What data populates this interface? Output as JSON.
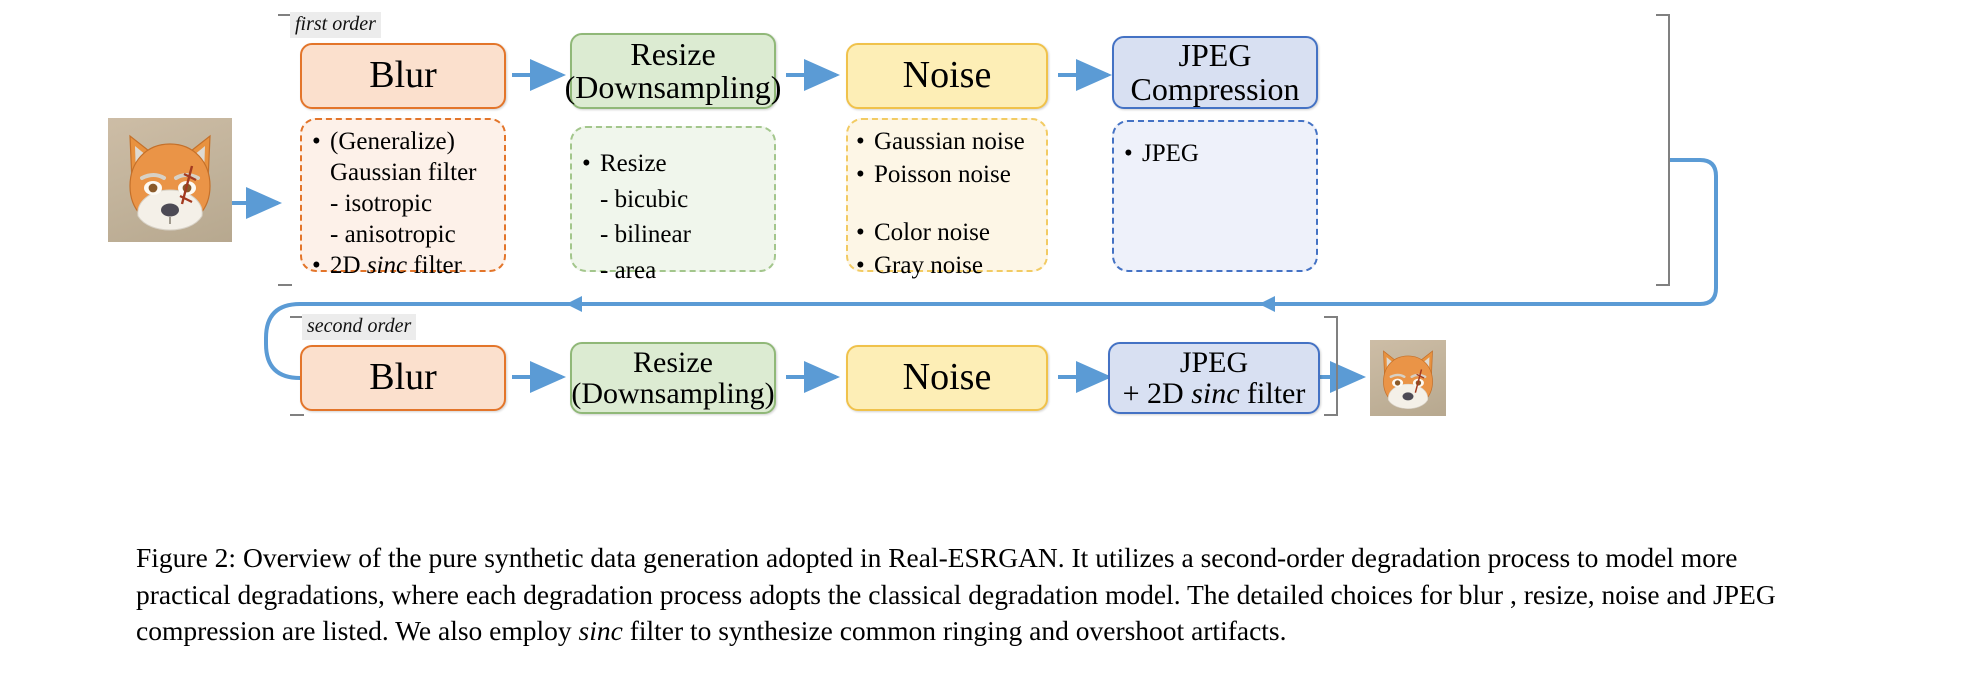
{
  "figure": {
    "input_image_alt": "fox character thumbnail (input)",
    "output_image_alt": "degraded fox character thumbnail (output)"
  },
  "groups": {
    "first": {
      "label": "first order"
    },
    "second": {
      "label": "second order"
    }
  },
  "first_order": {
    "stages": [
      {
        "id": "blur",
        "title_line1": "Blur",
        "title_line2": "",
        "color": "#e3752a",
        "fill": "#fbe0cd",
        "details": [
          {
            "marker": "bullet",
            "text": "(Generalize)"
          },
          {
            "marker": "none",
            "text": "Gaussian filter"
          },
          {
            "marker": "dash",
            "text": "isotropic"
          },
          {
            "marker": "dash",
            "text": "anisotropic"
          },
          {
            "marker": "bullet",
            "text": "2D sinc filter",
            "italic_word": "sinc"
          }
        ]
      },
      {
        "id": "resize",
        "title_line1": "Resize",
        "title_line2": "(Downsampling)",
        "color": "#90b878",
        "fill": "#dcebd2",
        "details": [
          {
            "marker": "bullet",
            "text": "Resize"
          },
          {
            "marker": "dash",
            "text": "bicubic"
          },
          {
            "marker": "dash",
            "text": "bilinear"
          },
          {
            "marker": "dash",
            "text": "area"
          }
        ]
      },
      {
        "id": "noise",
        "title_line1": "Noise",
        "title_line2": "",
        "color": "#f0c24b",
        "fill": "#fdeeb6",
        "details": [
          {
            "marker": "bullet",
            "text": "Gaussian noise"
          },
          {
            "marker": "bullet",
            "text": "Poisson noise"
          },
          {
            "marker": "spacer",
            "text": ""
          },
          {
            "marker": "bullet",
            "text": "Color noise"
          },
          {
            "marker": "bullet",
            "text": "Gray noise"
          }
        ]
      },
      {
        "id": "jpeg",
        "title_line1": "JPEG",
        "title_line2": "Compression",
        "color": "#4472c4",
        "fill": "#d8e0f2",
        "details": [
          {
            "marker": "bullet",
            "text": "JPEG"
          }
        ]
      }
    ]
  },
  "second_order": {
    "stages": [
      {
        "id": "blur2",
        "title_line1": "Blur",
        "title_line2": ""
      },
      {
        "id": "resize2",
        "title_line1": "Resize",
        "title_line2": "(Downsampling)"
      },
      {
        "id": "noise2",
        "title_line1": "Noise",
        "title_line2": ""
      },
      {
        "id": "jpeg2",
        "title_line1": "JPEG",
        "title_line2": "+ 2D sinc filter",
        "italic_word": "sinc"
      }
    ]
  },
  "colors": {
    "arrow": "#5b9bd5",
    "bracket": "#808080",
    "orange": "#e3752a",
    "green": "#90b878",
    "yellow": "#f0c24b",
    "blue": "#4472c4"
  },
  "caption": {
    "label": "Figure 2:",
    "part1": " Overview of the pure synthetic data generation adopted in Real-ESRGAN. It utilizes a second-order degradation process to model more practical degradations, where each degradation process adopts the classical degradation model. The detailed choices for blur , resize, noise and JPEG compression are listed. We also employ ",
    "italic": "sinc",
    "part2": " filter to synthesize common ringing and overshoot artifacts."
  }
}
